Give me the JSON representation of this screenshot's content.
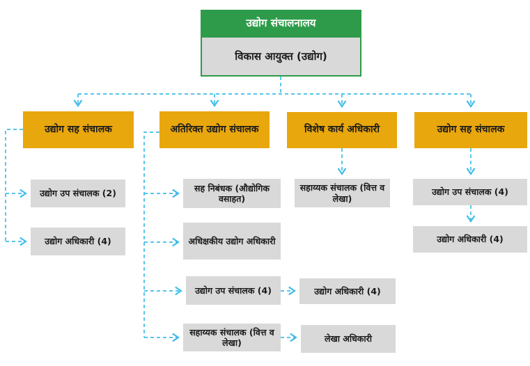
{
  "colors": {
    "green": "#2E9B4A",
    "orange": "#E9A70E",
    "gray": "#D9D9D9",
    "connector": "#3FBCE8"
  },
  "chart": {
    "root": {
      "department": "उद्योग संचालनालय",
      "head": "विकास आयुक्त (उद्योग)"
    },
    "branches": [
      {
        "head": "उद्योग सह संचालक",
        "children": [
          "उद्योग उप संचालक (2)",
          "उद्योग अधिकारी (4)"
        ]
      },
      {
        "head": "अतिरिक्त उद्योग संचालक",
        "children": [
          "सह निबंधक (औद्योगिक वसाहत)",
          "अधिक्षकीय उद्योग अधिकारी",
          "उद्योग उप संचालक (4)",
          "सहाय्यक संचालक (वित्त व लेखा)"
        ],
        "sub_children": [
          "उद्योग अधिकारी (4)",
          "लेखा अधिकारी"
        ]
      },
      {
        "head": "विशेष कार्य अधिकारी",
        "children": [
          "सहाय्यक संचालक (वित्त व लेखा)"
        ]
      },
      {
        "head": "उद्योग सह संचालक",
        "children": [
          "उद्योग उप संचालक (4)",
          "उद्योग अधिकारी (4)"
        ]
      }
    ]
  }
}
